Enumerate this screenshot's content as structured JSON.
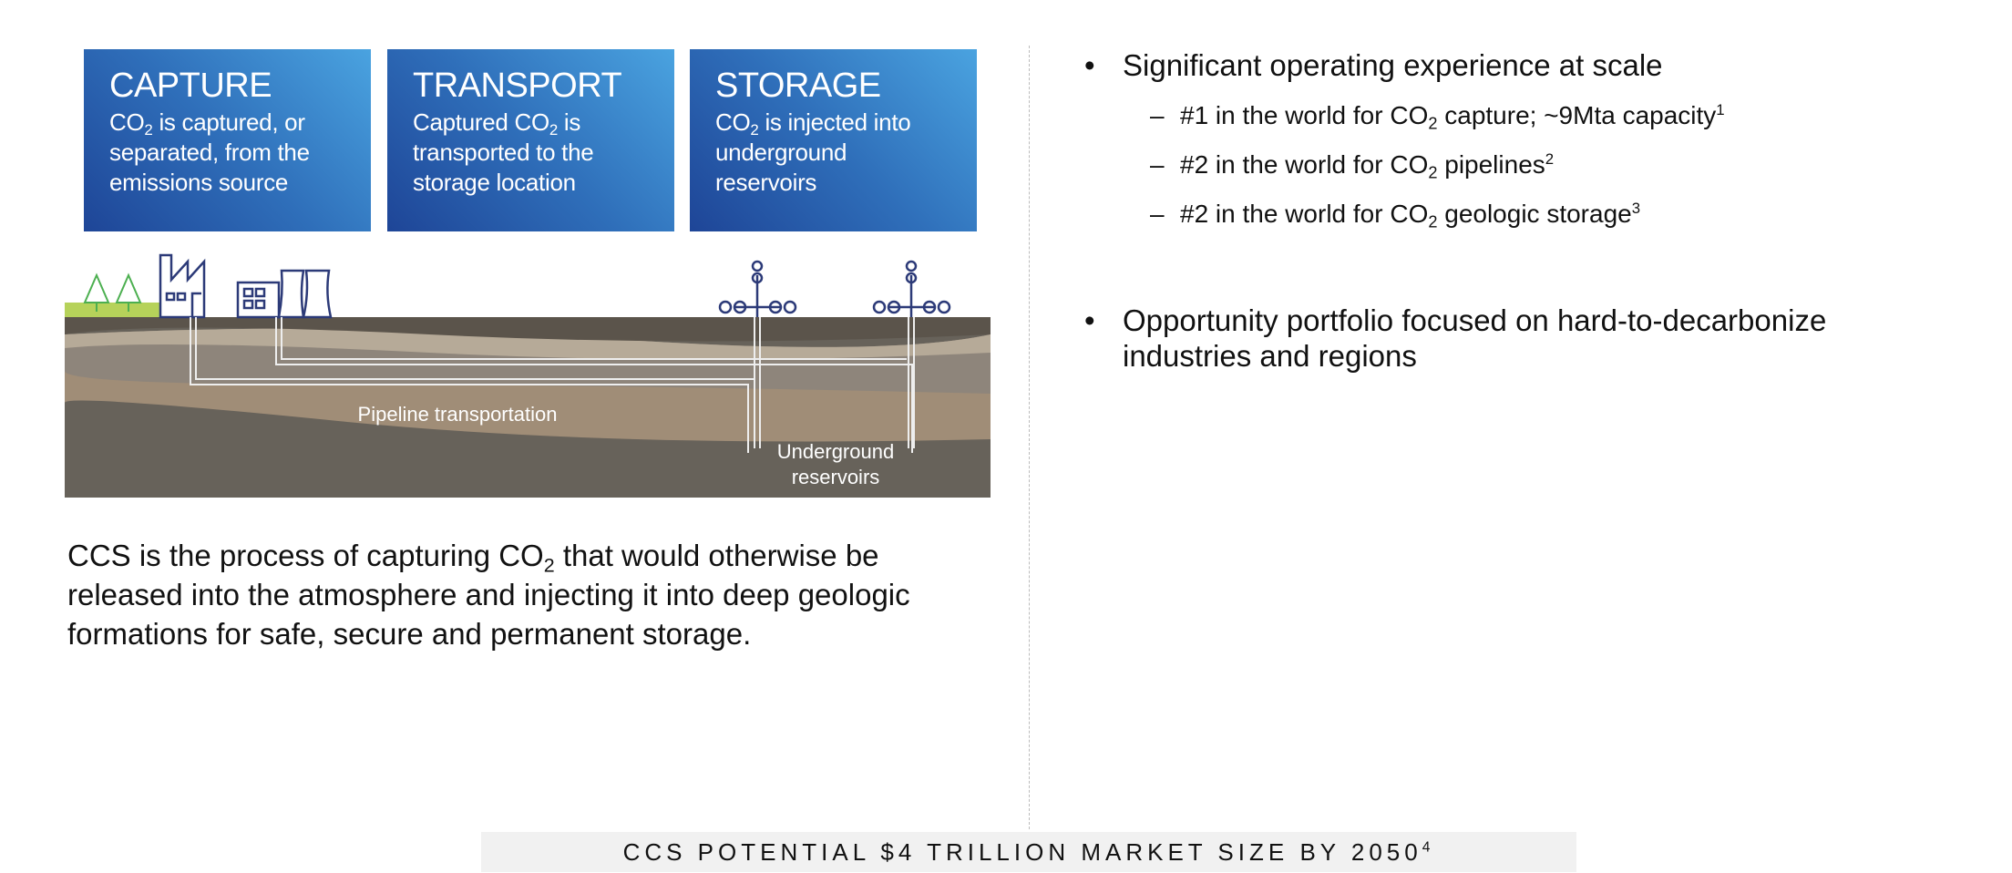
{
  "stages": [
    {
      "title": "CAPTURE",
      "pre": "CO",
      "sub": "2",
      "post": " is captured, or separated, from the emissions source"
    },
    {
      "title": "TRANSPORT",
      "pre": "Captured CO",
      "sub": "2",
      "post": " is transported to the storage location"
    },
    {
      "title": "STORAGE",
      "pre": "CO",
      "sub": "2",
      "post": " is injected into underground reservoirs"
    }
  ],
  "diagram": {
    "pipeline_label": "Pipeline transportation",
    "reservoir_label_1": "Underground",
    "reservoir_label_2": "reservoirs"
  },
  "description": {
    "pre": "CCS is the process of capturing CO",
    "sub": "2",
    "post": " that would otherwise be released into the atmosphere and injecting it into deep geologic formations for safe, secure and permanent storage."
  },
  "bullets": [
    {
      "text": "Significant operating experience at scale"
    },
    {
      "text": "Opportunity portfolio focused on hard-to-decarbonize industries and regions"
    }
  ],
  "sub_bullets": [
    {
      "pre": "#1 in the world for CO",
      "sub": "2",
      "post": " capture; ~9Mta capacity",
      "sup": "1"
    },
    {
      "pre": "#2 in the world for CO",
      "sub": "2",
      "post": " pipelines",
      "sup": "2"
    },
    {
      "pre": "#2 in the world for CO",
      "sub": "2",
      "post": " geologic storage",
      "sup": "3"
    }
  ],
  "bullet_symbol": "•",
  "dash_symbol": "–",
  "footer": {
    "text": "CCS POTENTIAL $4 TRILLION MARKET SIZE BY 2050",
    "sup": "4"
  }
}
